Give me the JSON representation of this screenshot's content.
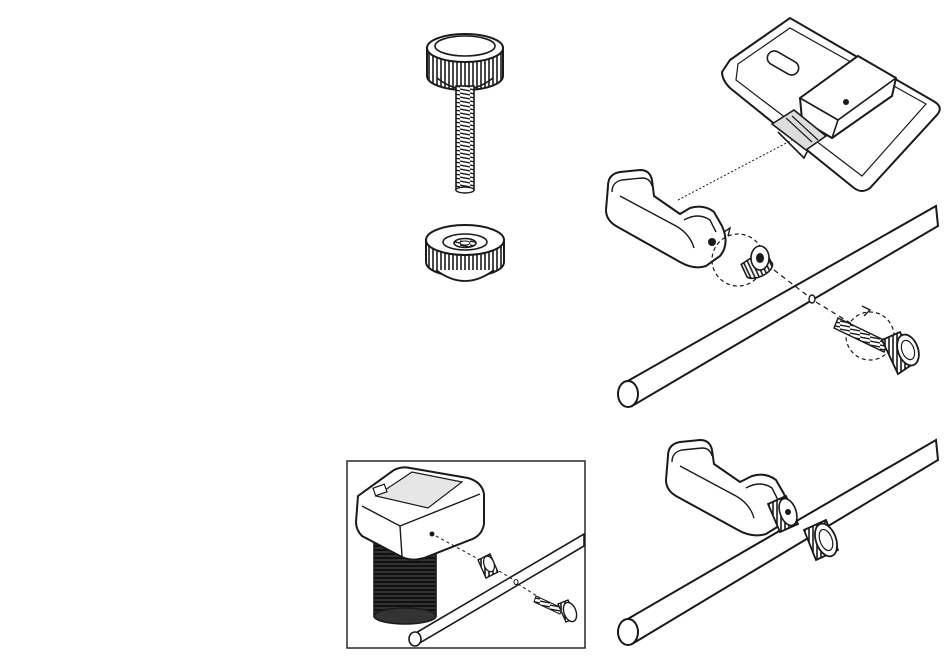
{
  "diagram": {
    "kind": "assembly-instructions",
    "stroke_color": "#1a1a1a",
    "fill_light": "#ffffff",
    "fill_grey": "#e6e6e6",
    "fill_dark": "#1a1a1a",
    "parts": [
      "thumb-screw",
      "thumb-nut",
      "phone-holder",
      "phone-mount-plate",
      "rod",
      "camera"
    ],
    "steps": [
      {
        "name": "parts-overview"
      },
      {
        "name": "attach-phone-holder-to-plate"
      },
      {
        "name": "mount-holder-on-rod"
      },
      {
        "name": "mounted-result"
      },
      {
        "name": "camera-on-rod-inset"
      }
    ]
  }
}
